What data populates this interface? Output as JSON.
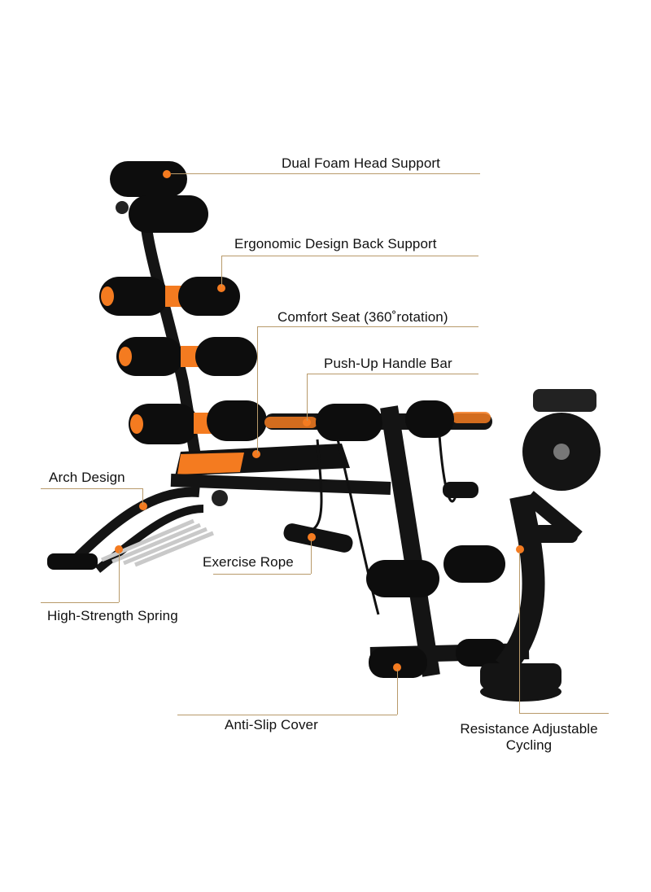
{
  "colors": {
    "frame": "#141414",
    "foam": "#0d0d0d",
    "accent": "#f47b20",
    "leader_line": "#b89a6a",
    "spring": "#c9c9c9"
  },
  "callouts": {
    "head_support": "Dual Foam Head Support",
    "back_support": "Ergonomic Design Back Support",
    "comfort_seat": "Comfort Seat (360˚rotation)",
    "pushup_bar": "Push-Up Handle Bar",
    "arch_design": "Arch Design",
    "exercise_rope": "Exercise Rope",
    "spring": "High-Strength Spring",
    "anti_slip": "Anti-Slip Cover",
    "cycling_line1": "Resistance Adjustable",
    "cycling_line2": "Cycling"
  }
}
